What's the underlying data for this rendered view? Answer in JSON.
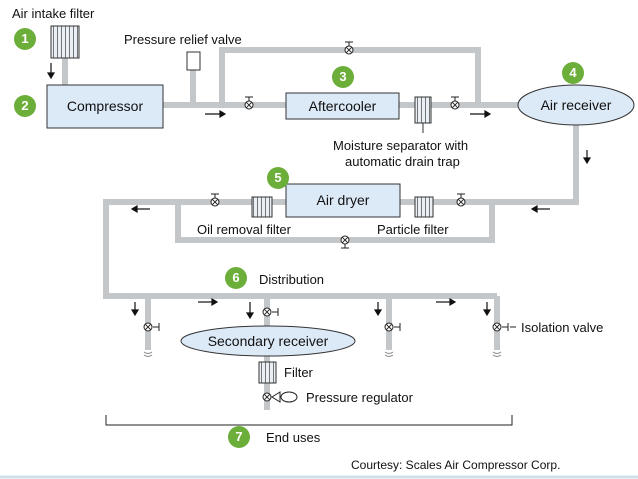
{
  "labels": {
    "air_intake_filter": "Air intake filter",
    "pressure_relief_valve": "Pressure relief valve",
    "moisture_separator_line1": "Moisture separator with",
    "moisture_separator_line2": "automatic drain trap",
    "oil_removal_filter": "Oil removal filter",
    "particle_filter": "Particle filter",
    "distribution": "Distribution",
    "isolation_valve": "Isolation valve",
    "filter": "Filter",
    "pressure_regulator": "Pressure regulator",
    "end_uses": "End uses",
    "courtesy": "Courtesy: Scales Air Compressor Corp."
  },
  "components": {
    "compressor": "Compressor",
    "aftercooler": "Aftercooler",
    "air_receiver": "Air receiver",
    "air_dryer": "Air dryer",
    "secondary_receiver": "Secondary receiver"
  },
  "steps": [
    "1",
    "2",
    "3",
    "4",
    "5",
    "6",
    "7"
  ],
  "colors": {
    "pipe": "#c4c7c9",
    "component_fill": "#dce9f7",
    "step_badge": "#6cae3a",
    "line": "#222222"
  }
}
